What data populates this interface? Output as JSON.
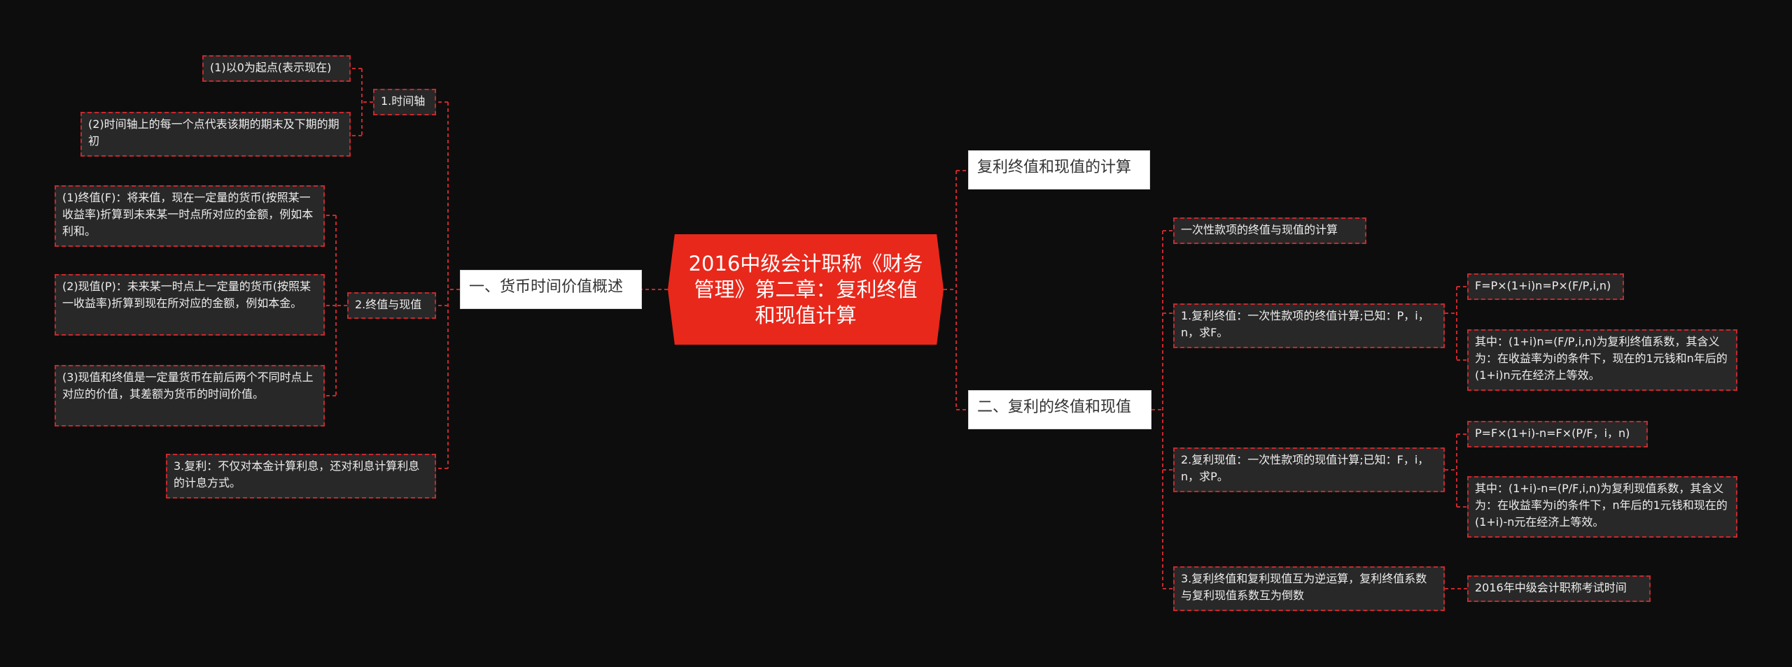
{
  "theme": {
    "background": "#0e0d0d",
    "center_fill": "#e8281b",
    "connector": "#c8282d",
    "node_fill": "#282828",
    "branch_fill": "#ffffff"
  },
  "center": "2016中级会计职称《财务管理》第二章：复利终值和现值计算",
  "left": {
    "branch": "一、货币时间价值概述",
    "timeline": {
      "label": "1.时间轴",
      "items": [
        "(1)以0为起点(表示现在)",
        "(2)时间轴上的每一个点代表该期的期末及下期的期初"
      ]
    },
    "fv_pv": {
      "label": "2.终值与现值",
      "items": [
        "(1)终值(F)：将来值，现在一定量的货币(按照某一收益率)折算到未来某一时点所对应的金额，例如本利和。",
        "(2)现值(P)：未来某一时点上一定量的货币(按照某一收益率)折算到现在所对应的金额，例如本金。",
        "(3)现值和终值是一定量货币在前后两个不同时点上对应的价值，其差额为货币的时间价值。"
      ]
    },
    "compound": "3.复利：不仅对本金计算利息，还对利息计算利息的计息方式。"
  },
  "right": {
    "branch1": "复利终值和现值的计算",
    "branch2": "二、复利的终值和现值",
    "lump_sum": "一次性款项的终值与现值的计算",
    "fv": {
      "label": "1.复利终值：一次性款项的终值计算;已知：P，i，n，求F。",
      "formula": "F=P×(1+i)n=P×(F/P,i,n)",
      "note": "其中：(1+i)n=(F/P,i,n)为复利终值系数，其含义为：在收益率为i的条件下，现在的1元钱和n年后的(1+i)n元在经济上等效。"
    },
    "pv": {
      "label": "2.复利现值：一次性款项的现值计算;已知：F，i，n，求P。",
      "formula": "P=F×(1+i)-n=F×(P/F，i，n)",
      "note": "其中：(1+i)-n=(P/F,i,n)为复利现值系数，其含义为：在收益率为i的条件下，n年后的1元钱和现在的(1+i)-n元在经济上等效。"
    },
    "inverse": {
      "label": "3.复利终值和复利现值互为逆运算，复利终值系数与复利现值系数互为倒数",
      "leaf": "2016年中级会计职称考试时间"
    }
  }
}
